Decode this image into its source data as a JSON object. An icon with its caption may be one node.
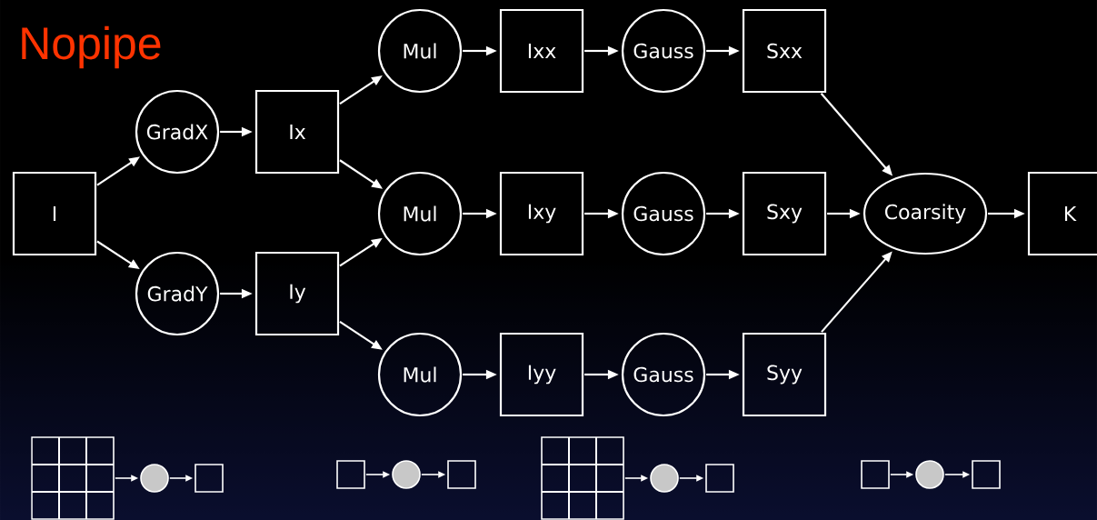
{
  "diagram": {
    "title": "Nopipe",
    "nodes": [
      {
        "text": [
          "I"
        ]
      },
      {
        "text": [
          "GradX"
        ]
      },
      {
        "text": [
          "GradY"
        ]
      },
      {
        "text": [
          "Ix"
        ]
      },
      {
        "text": [
          "Iy"
        ]
      },
      {
        "text": [
          "Mul"
        ]
      },
      {
        "text": [
          "Mul"
        ]
      },
      {
        "text": [
          "Mul"
        ]
      },
      {
        "text": [
          "Ixx"
        ]
      },
      {
        "text": [
          "Ixy"
        ]
      },
      {
        "text": [
          "Iyy"
        ]
      },
      {
        "text": [
          "Gauss"
        ]
      },
      {
        "text": [
          "Gauss"
        ]
      },
      {
        "text": [
          "Gauss"
        ]
      },
      {
        "text": [
          "Sxx"
        ]
      },
      {
        "text": [
          "Sxy"
        ]
      },
      {
        "text": [
          "Syy"
        ]
      },
      {
        "text": [
          "Coarsity"
        ]
      },
      {
        "text": [
          "K"
        ]
      },
      {
        "text": [],
        "shape": "grid"
      },
      {
        "text": [],
        "shape": "circle"
      },
      {
        "text": [],
        "shape": "box"
      },
      {
        "text": [],
        "shape": "box"
      },
      {
        "text": [],
        "shape": "circle"
      },
      {
        "text": [],
        "shape": "box"
      },
      {
        "text": [],
        "shape": "grid"
      },
      {
        "text": [],
        "shape": "circle"
      },
      {
        "text": [],
        "shape": "box"
      },
      {
        "text": [],
        "shape": "box"
      },
      {
        "text": [],
        "shape": "circle"
      },
      {
        "text": [],
        "shape": "box"
      }
    ],
    "edges": [
      {
        "from": 0,
        "to": 1,
        "arrow": "to"
      },
      {
        "from": 0,
        "to": 2,
        "arrow": "to"
      },
      {
        "from": 1,
        "to": 3,
        "arrow": "to"
      },
      {
        "from": 2,
        "to": 4,
        "arrow": "to"
      },
      {
        "from": 3,
        "to": 5,
        "arrow": "to"
      },
      {
        "from": 3,
        "to": 6,
        "arrow": "to"
      },
      {
        "from": 4,
        "to": 6,
        "arrow": "to"
      },
      {
        "from": 4,
        "to": 7,
        "arrow": "to"
      },
      {
        "from": 5,
        "to": 8,
        "arrow": "to"
      },
      {
        "from": 6,
        "to": 9,
        "arrow": "to"
      },
      {
        "from": 7,
        "to": 10,
        "arrow": "to"
      },
      {
        "from": 8,
        "to": 11,
        "arrow": "to"
      },
      {
        "from": 9,
        "to": 12,
        "arrow": "to"
      },
      {
        "from": 10,
        "to": 13,
        "arrow": "to"
      },
      {
        "from": 11,
        "to": 14,
        "arrow": "to"
      },
      {
        "from": 12,
        "to": 15,
        "arrow": "to"
      },
      {
        "from": 13,
        "to": 16,
        "arrow": "to"
      },
      {
        "from": 14,
        "to": 17,
        "arrow": "to"
      },
      {
        "from": 15,
        "to": 17,
        "arrow": "to"
      },
      {
        "from": 16,
        "to": 17,
        "arrow": "to"
      },
      {
        "from": 17,
        "to": 18,
        "arrow": "to"
      },
      {
        "from": 19,
        "to": 20,
        "arrow": "to"
      },
      {
        "from": 20,
        "to": 21,
        "arrow": "to"
      },
      {
        "from": 22,
        "to": 23,
        "arrow": "to"
      },
      {
        "from": 23,
        "to": 24,
        "arrow": "to"
      },
      {
        "from": 25,
        "to": 26,
        "arrow": "to"
      },
      {
        "from": 26,
        "to": 27,
        "arrow": "to"
      },
      {
        "from": 28,
        "to": 29,
        "arrow": "to"
      },
      {
        "from": 29,
        "to": 30,
        "arrow": "to"
      }
    ]
  }
}
